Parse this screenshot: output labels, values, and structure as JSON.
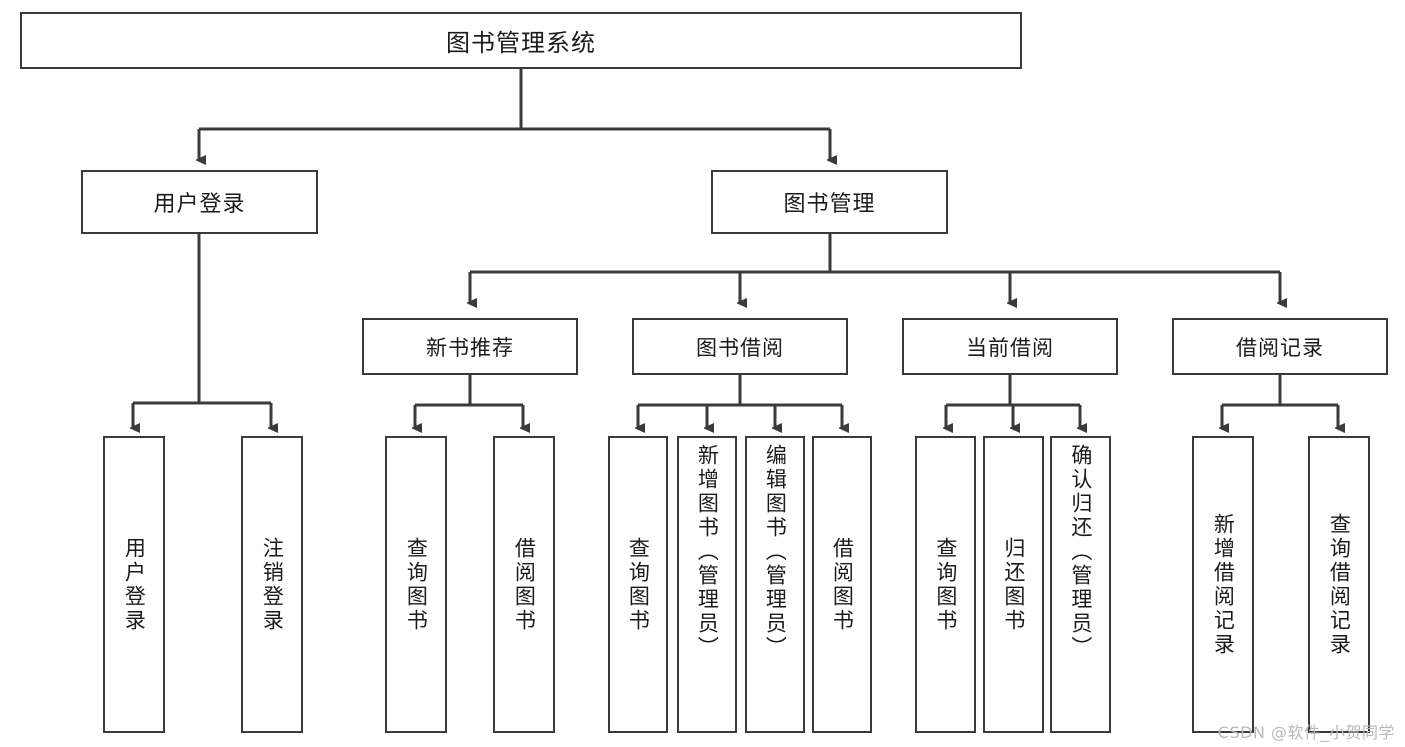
{
  "diagram": {
    "type": "tree",
    "title": "图书管理系统",
    "watermark": "CSDN @软件_小贺同学",
    "colors": {
      "box_border": "#3a3a3a",
      "box_fill": "#ffffff",
      "edge": "#3a3a3a",
      "text": "#1b1b1b",
      "watermark": "#b9b9b9"
    },
    "root": {
      "label": "图书管理系统"
    },
    "level1": [
      {
        "id": "user-login",
        "label": "用户登录"
      },
      {
        "id": "book-manage",
        "label": "图书管理"
      }
    ],
    "level2": [
      {
        "id": "new-book-rec",
        "label": "新书推荐",
        "parent": "book-manage"
      },
      {
        "id": "book-borrow",
        "label": "图书借阅",
        "parent": "book-manage"
      },
      {
        "id": "current-borrow",
        "label": "当前借阅",
        "parent": "book-manage"
      },
      {
        "id": "borrow-record",
        "label": "借阅记录",
        "parent": "book-manage"
      }
    ],
    "leaves": [
      {
        "id": "leaf-user-login",
        "label": "用户登录",
        "parent": "user-login"
      },
      {
        "id": "leaf-logout",
        "label": "注销登录",
        "parent": "user-login"
      },
      {
        "id": "leaf-query-book-1",
        "label": "查询图书",
        "parent": "new-book-rec"
      },
      {
        "id": "leaf-borrow-book-1",
        "label": "借阅图书",
        "parent": "new-book-rec"
      },
      {
        "id": "leaf-query-book-2",
        "label": "查询图书",
        "parent": "book-borrow"
      },
      {
        "id": "leaf-add-book",
        "label": "新增图书（管理员）",
        "parent": "book-borrow"
      },
      {
        "id": "leaf-edit-book",
        "label": "编辑图书（管理员）",
        "parent": "book-borrow"
      },
      {
        "id": "leaf-borrow-book-2",
        "label": "借阅图书",
        "parent": "book-borrow"
      },
      {
        "id": "leaf-query-book-3",
        "label": "查询图书",
        "parent": "current-borrow"
      },
      {
        "id": "leaf-return-book",
        "label": "归还图书",
        "parent": "current-borrow"
      },
      {
        "id": "leaf-confirm-return",
        "label": "确认归还（管理员）",
        "parent": "current-borrow"
      },
      {
        "id": "leaf-add-record",
        "label": "新增借阅记录",
        "parent": "borrow-record"
      },
      {
        "id": "leaf-query-record",
        "label": "查询借阅记录",
        "parent": "borrow-record"
      }
    ]
  }
}
